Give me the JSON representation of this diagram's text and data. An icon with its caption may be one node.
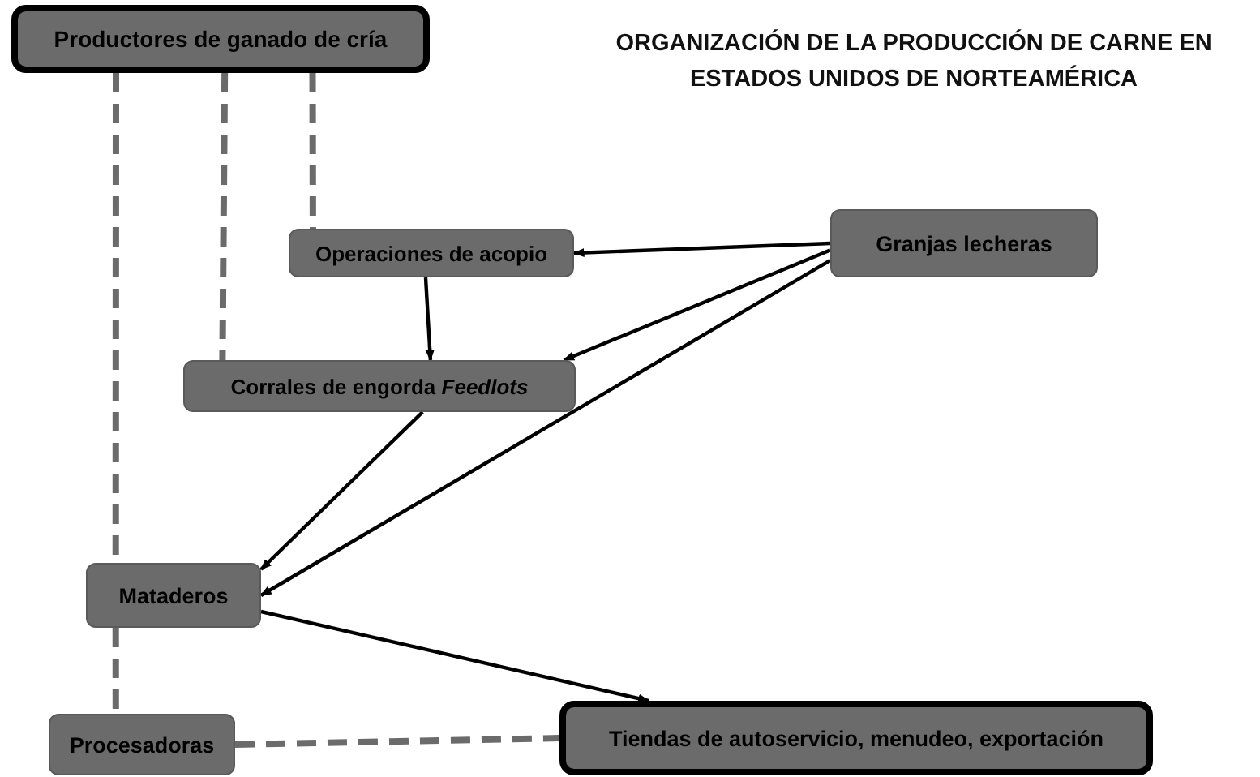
{
  "diagram": {
    "title": "ORGANIZACIÓN DE LA PRODUCCIÓN DE CARNE EN ESTADOS UNIDOS DE NORTEAMÉRICA",
    "nodes": [
      {
        "text": [
          "Productores de ganado de cría"
        ]
      },
      {
        "text": [
          "Granjas lecheras"
        ]
      },
      {
        "text": [
          "Operaciones de acopio"
        ]
      },
      {
        "text": [
          "Corrales de engorda *Feedlots*"
        ]
      },
      {
        "text": [
          "Mataderos"
        ]
      },
      {
        "text": [
          "Procesadoras"
        ]
      },
      {
        "text": [
          "Tiendas de autoservicio, menudeo, exportación"
        ]
      }
    ],
    "edges": [
      {
        "from": 1,
        "to": 2,
        "arrow": "to"
      },
      {
        "from": 1,
        "to": 3,
        "arrow": "to"
      },
      {
        "from": 1,
        "to": 4,
        "arrow": "to"
      },
      {
        "from": 2,
        "to": 3,
        "arrow": "to"
      },
      {
        "from": 3,
        "to": 4,
        "arrow": "to"
      },
      {
        "from": 4,
        "to": 6,
        "arrow": "to"
      },
      {
        "from": 0,
        "to": 2,
        "arrow": "none",
        "style": "dashed",
        "color": "#6b6b6b"
      },
      {
        "from": 0,
        "to": 3,
        "arrow": "none",
        "style": "dashed",
        "color": "#6b6b6b"
      },
      {
        "from": 0,
        "to": 4,
        "arrow": "none",
        "style": "dashed",
        "color": "#6b6b6b"
      },
      {
        "from": 4,
        "to": 5,
        "arrow": "none",
        "style": "dashed",
        "color": "#6b6b6b"
      },
      {
        "from": 5,
        "to": 6,
        "arrow": "none",
        "style": "dashed",
        "color": "#6b6b6b"
      }
    ]
  }
}
